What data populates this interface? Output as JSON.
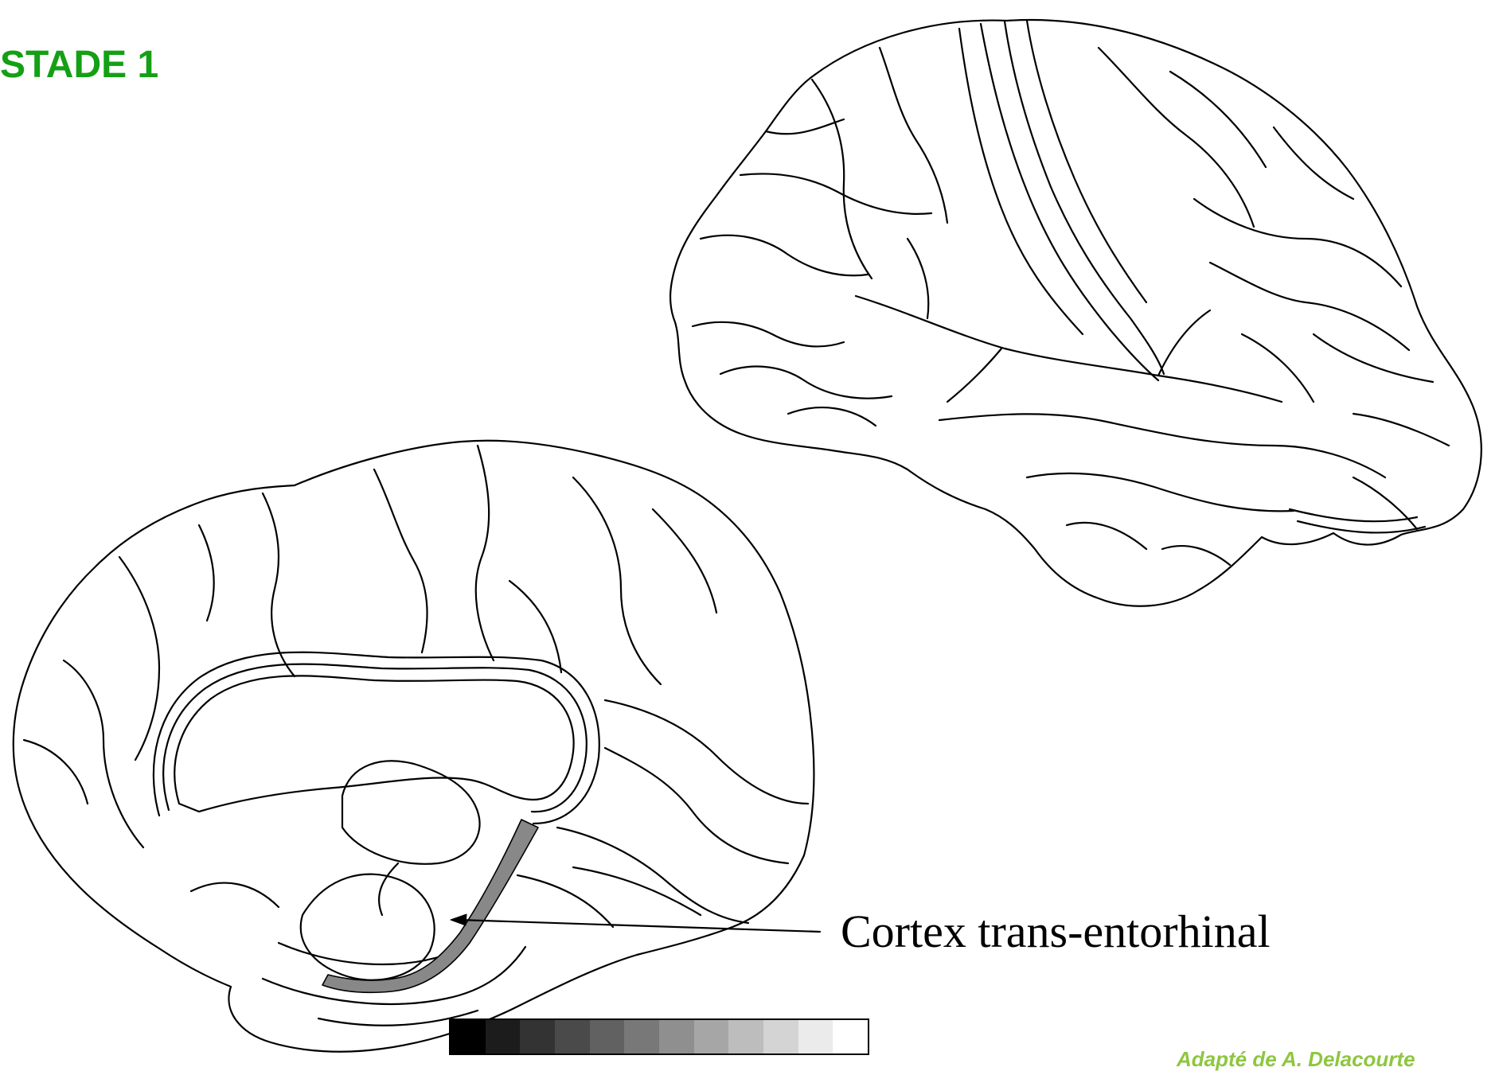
{
  "title": "STADE 1",
  "annotation": {
    "label": "Cortex trans-entorhinal"
  },
  "credit": "Adapté de A. Delacourte",
  "colors": {
    "title": "#14a014",
    "credit": "#8ec63f",
    "highlight_region": "#888888",
    "outline": "#000000"
  },
  "grayscale_scale": [
    "#000000",
    "#1c1c1c",
    "#333333",
    "#4a4a4a",
    "#616161",
    "#787878",
    "#8f8f8f",
    "#a6a6a6",
    "#bdbdbd",
    "#d4d4d4",
    "#ebebeb",
    "#ffffff"
  ]
}
